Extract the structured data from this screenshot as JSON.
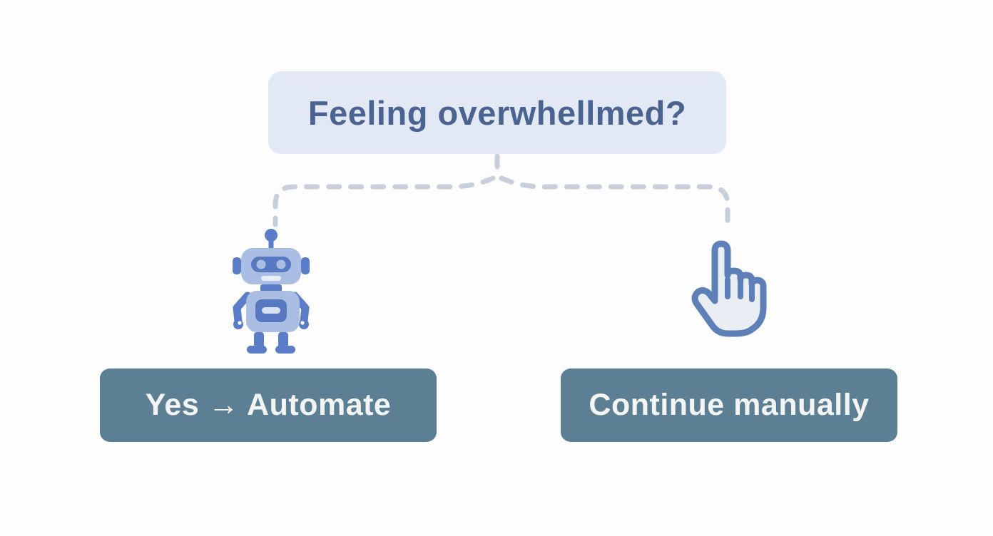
{
  "decision": {
    "question": "Feeling overwhellmed?",
    "box_color": "#e3e9f4",
    "text_color": "#4a6391"
  },
  "branches": {
    "left": {
      "icon": "robot-icon",
      "button_label": "Yes → Automate"
    },
    "right": {
      "icon": "hand-pointer-icon",
      "button_label": "Continue manually"
    }
  },
  "buttons": {
    "background_color": "#5d7f93",
    "text_color": "#f3f5f5"
  },
  "connector": {
    "style": "dashed",
    "color": "#c7cfdb"
  },
  "page_background": "#fdfdfe"
}
